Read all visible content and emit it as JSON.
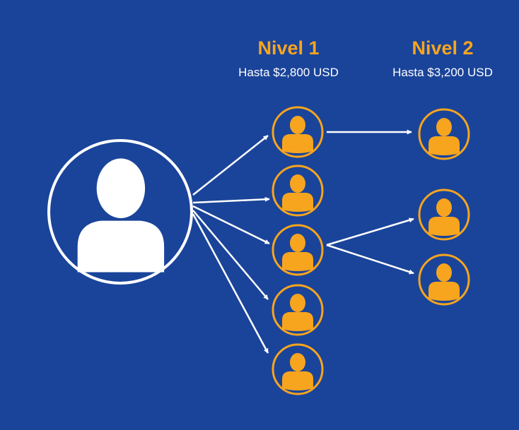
{
  "colors": {
    "background": "#1a449a",
    "accent": "#f7a51e",
    "foreground": "#ffffff"
  },
  "levels": [
    {
      "title": "Nivel 1",
      "subtitle": "Hasta $2,800 USD"
    },
    {
      "title": "Nivel 2",
      "subtitle": "Hasta $3,200 USD"
    }
  ],
  "nodes": {
    "root": {
      "icon": "person-icon"
    },
    "level1_count": 5,
    "level2_count": 3
  }
}
